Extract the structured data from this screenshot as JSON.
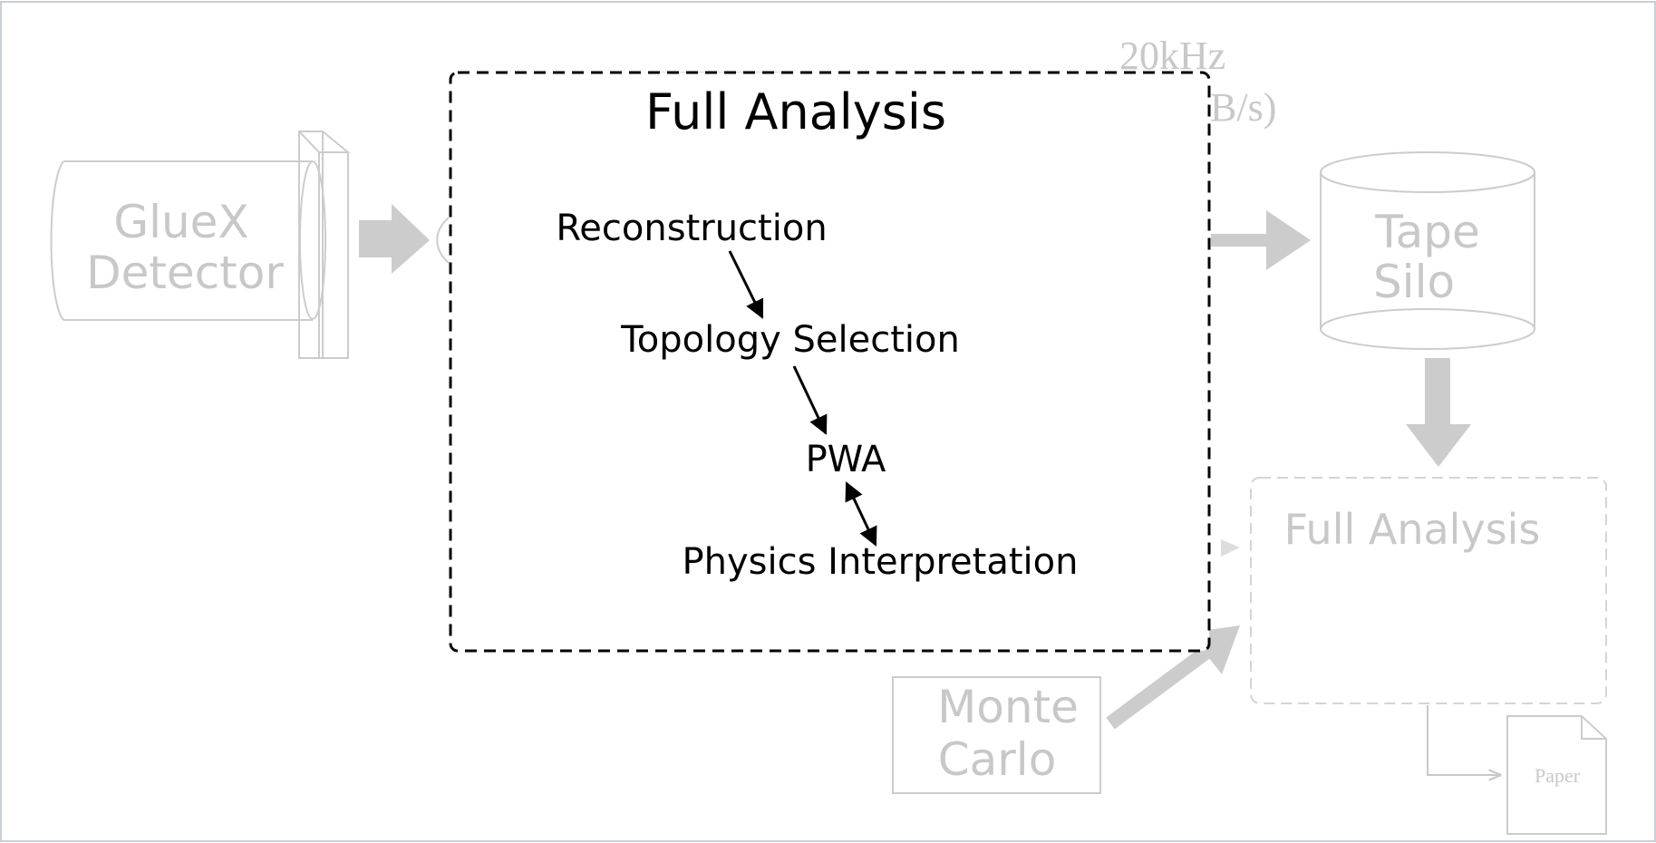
{
  "background": {
    "detector_line1": "GlueX",
    "detector_line2": "Detector",
    "rate_fragment_1": "20kHz",
    "rate_fragment_2": "B/s)",
    "tape_line1": "Tape",
    "tape_line2": "Silo",
    "full_analysis_right": "Full Analysis",
    "monte_line1": "Monte",
    "monte_line2": "Carlo",
    "paper": "Paper"
  },
  "focus_box": {
    "title": "Full Analysis",
    "steps": [
      "Reconstruction",
      "Topology Selection",
      "PWA",
      "Physics Interpretation"
    ]
  },
  "colors": {
    "faded": "#cccccc",
    "faded_text": "#c8c8c8",
    "active": "#000000",
    "frame": "#c8d0d8"
  }
}
